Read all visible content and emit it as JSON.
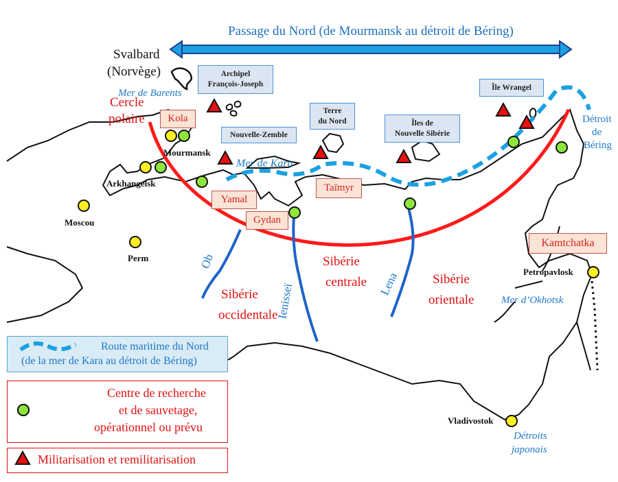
{
  "title": "Passage du Nord (de Mourmansk au détroit de Béring)",
  "labels": {
    "svalbard": "Svalbard",
    "norvege": "(Norvège)",
    "barents": "Mer de Barents",
    "cercle1": "Cercle",
    "cercle2": "polaire",
    "kara": "Mer de Kara",
    "bering1": "Détroit",
    "bering2": "de",
    "bering3": "Béring",
    "okhotsk": "Mer d’Okhotsk",
    "japon1": "Détroits",
    "japon2": "japonais"
  },
  "islands": {
    "fj1": "Archipel",
    "fj2": "François-Joseph",
    "nz": "Nouvelle-Zemble",
    "tn1": "Terre",
    "tn2": "du Nord",
    "ns1": "Îles de",
    "ns2": "Nouvelle Sibérie",
    "wrangel": "Île Wrangel"
  },
  "peninsulas": {
    "kola": "Kola",
    "yamal": "Yamal",
    "gydan": "Gydan",
    "taimyr": "Taïmyr",
    "kamtchatka": "Kamtchatka"
  },
  "cities": {
    "mourmansk": "Mourmansk",
    "arkhangelsk": "Arkhangelsk",
    "moscou": "Moscou",
    "perm": "Perm",
    "petropavlosk": "Petropavlosk",
    "vladivostok": "Vladivostok"
  },
  "regions": {
    "occ1": "Sibérie",
    "occ2": "occidentale",
    "cen1": "Sibérie",
    "cen2": "centrale",
    "ori1": "Sibérie",
    "ori2": "orientale"
  },
  "rivers": {
    "ob": "Ob",
    "ienissei": "Ienisseï",
    "lena": "Lena"
  },
  "legend": {
    "route1": "Route maritime du Nord",
    "route2": "(de la mer de Kara au détroit de Béring)",
    "centre1": "Centre de recherche",
    "centre2": "et de sauvetage,",
    "centre3": "opérationnel ou prévu",
    "militar": "Militarisation et remilitarisation"
  },
  "colors": {
    "route": "#1ba1e2",
    "polar": "#ff1a1a",
    "river": "#1e64c8",
    "centre": "#8ee63c",
    "city": "#ffee22",
    "military": "#e81010"
  }
}
